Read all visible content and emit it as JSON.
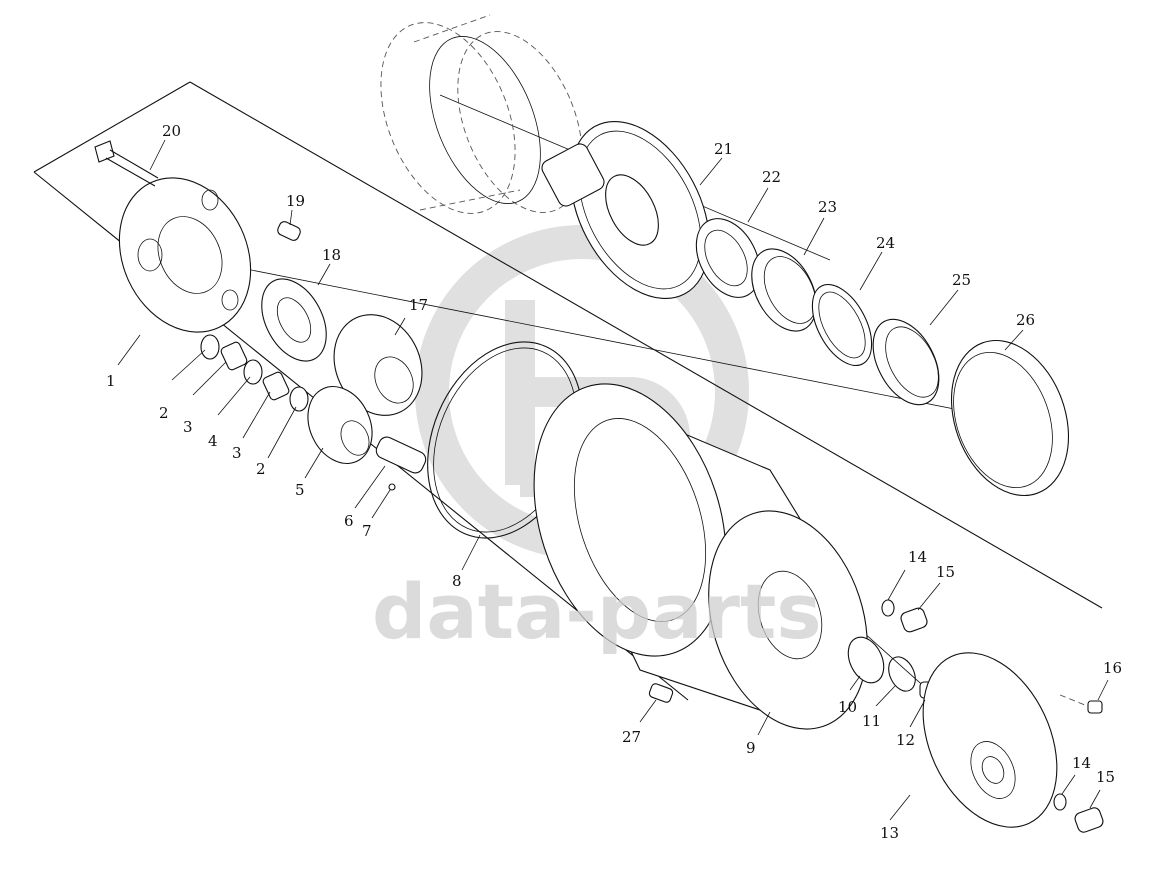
{
  "watermark": {
    "text": "data-parts",
    "color": "#cfcfcf"
  },
  "callouts": [
    {
      "id": "1",
      "text": "1"
    },
    {
      "id": "2a",
      "text": "2"
    },
    {
      "id": "3a",
      "text": "3"
    },
    {
      "id": "4",
      "text": "4"
    },
    {
      "id": "3b",
      "text": "3"
    },
    {
      "id": "2b",
      "text": "2"
    },
    {
      "id": "5",
      "text": "5"
    },
    {
      "id": "6",
      "text": "6"
    },
    {
      "id": "7",
      "text": "7"
    },
    {
      "id": "8",
      "text": "8"
    },
    {
      "id": "9",
      "text": "9"
    },
    {
      "id": "10",
      "text": "10"
    },
    {
      "id": "11",
      "text": "11"
    },
    {
      "id": "12",
      "text": "12"
    },
    {
      "id": "13",
      "text": "13"
    },
    {
      "id": "14a",
      "text": "14"
    },
    {
      "id": "15a",
      "text": "15"
    },
    {
      "id": "14b",
      "text": "14"
    },
    {
      "id": "15b",
      "text": "15"
    },
    {
      "id": "16",
      "text": "16"
    },
    {
      "id": "17",
      "text": "17"
    },
    {
      "id": "18",
      "text": "18"
    },
    {
      "id": "19",
      "text": "19"
    },
    {
      "id": "20",
      "text": "20"
    },
    {
      "id": "21",
      "text": "21"
    },
    {
      "id": "22",
      "text": "22"
    },
    {
      "id": "23",
      "text": "23"
    },
    {
      "id": "24",
      "text": "24"
    },
    {
      "id": "25",
      "text": "25"
    },
    {
      "id": "26",
      "text": "26"
    },
    {
      "id": "27",
      "text": "27"
    }
  ]
}
